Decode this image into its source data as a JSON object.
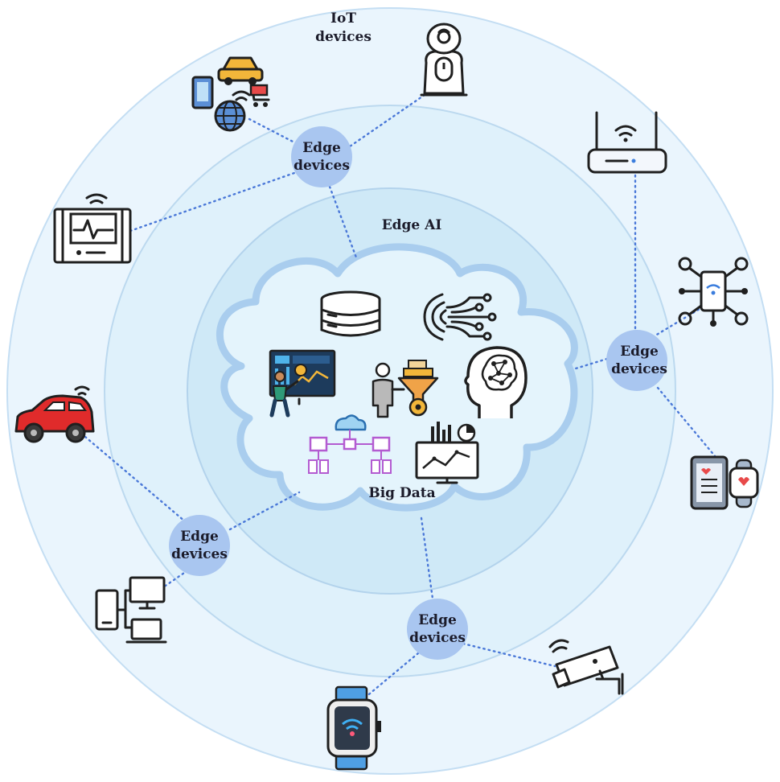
{
  "rings": {
    "outer": {
      "label_line1": "IoT",
      "label_line2": "devices"
    },
    "middle": {
      "label": "Edge AI"
    },
    "core": {
      "label": "Big Data"
    }
  },
  "edge_nodes": [
    {
      "line1": "Edge",
      "line2": "devices"
    },
    {
      "line1": "Edge",
      "line2": "devices"
    },
    {
      "line1": "Edge",
      "line2": "devices"
    },
    {
      "line1": "Edge",
      "line2": "devices"
    }
  ],
  "icons": {
    "iot": [
      "smart-shopping-icon",
      "robot-icon",
      "router-icon",
      "medical-monitor-icon",
      "smartphone-network-icon",
      "car-icon",
      "health-watch-icon",
      "computer-devices-icon",
      "smartwatch-icon",
      "security-camera-icon"
    ],
    "cloud": [
      "database-icon",
      "ai-network-icon",
      "analytics-dashboard-icon",
      "data-processing-icon",
      "brain-head-icon",
      "cloud-circuit-icon",
      "chart-monitor-icon"
    ]
  },
  "colors": {
    "outer_ring": "#eaf5fd",
    "middle_ring": "#dcf0fa",
    "inner_ring": "#cde9f7",
    "cloud_stroke": "#a9cdee",
    "edge_node": "#a9c6f0",
    "connector": "#4a78d8"
  }
}
